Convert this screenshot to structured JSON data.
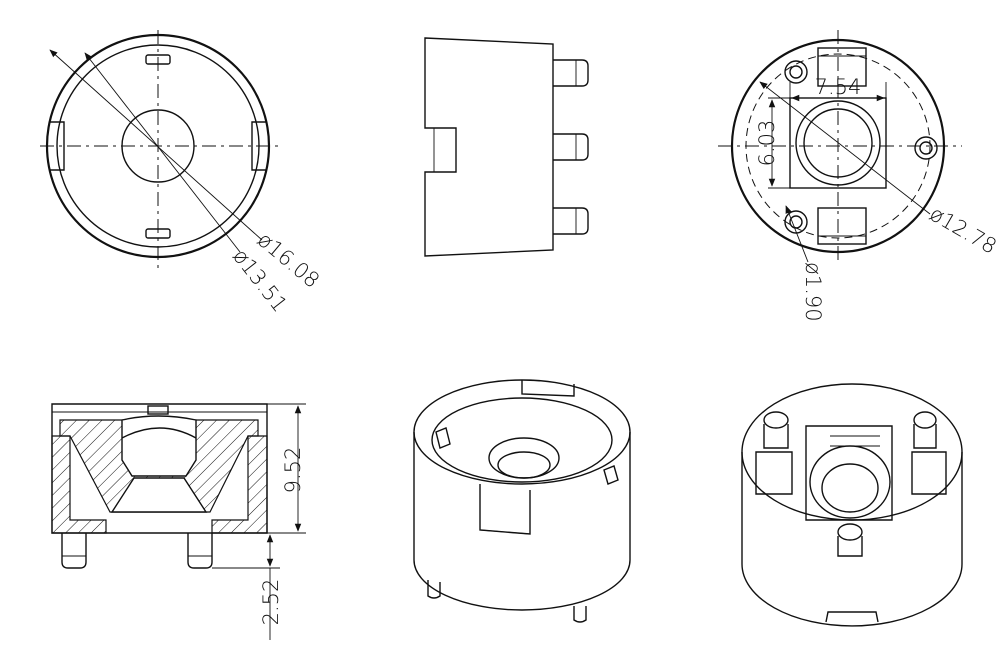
{
  "colors": {
    "line": "#111111",
    "background": "#ffffff"
  },
  "dimensions": {
    "outer_diameter": "ø16.08",
    "inner_diameter": "ø13.51",
    "square_width": "7.54",
    "square_height": "6.03",
    "pin_circle_diameter": "ø12.78",
    "pin_diameter": "ø1.90",
    "height": "9.52",
    "pin_length": "2.52"
  }
}
